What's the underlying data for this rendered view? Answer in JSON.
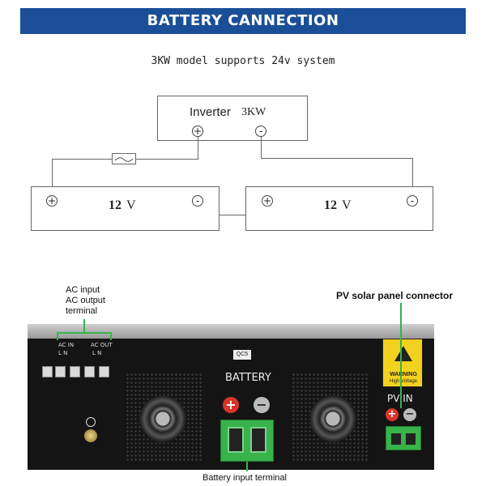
{
  "header": {
    "title": "BATTERY CANNECTION"
  },
  "subtitle": "3KW model supports 24v system",
  "diagram": {
    "inverter_label": "Inverter",
    "inverter_model": "3KW",
    "battery_1_label": "12",
    "battery_2_label": "12",
    "battery_unit": "V",
    "plus": "+",
    "minus": "-"
  },
  "photo": {
    "ac_label_line1": "AC input",
    "ac_label_line2": "AC output",
    "ac_label_line3": "terminal",
    "pv_label": "PV solar panel connector",
    "battery_input_label": "Battery input terminal",
    "battery_panel_text": "BATTERY",
    "qc_sticker": "QC5",
    "pv_in_text": "PV IN",
    "ac_in_text": "AC IN",
    "ac_out_text": "AC OUT",
    "ac_in_pins": "L N",
    "ac_out_pins": "L N",
    "warning_text": "WARNING",
    "warning_sub": "High Voltage",
    "plus": "+",
    "minus": "−"
  },
  "colors": {
    "header_bg": "#1a4f97",
    "annotation_green": "#33b54a",
    "plus_red": "#d9342b"
  }
}
